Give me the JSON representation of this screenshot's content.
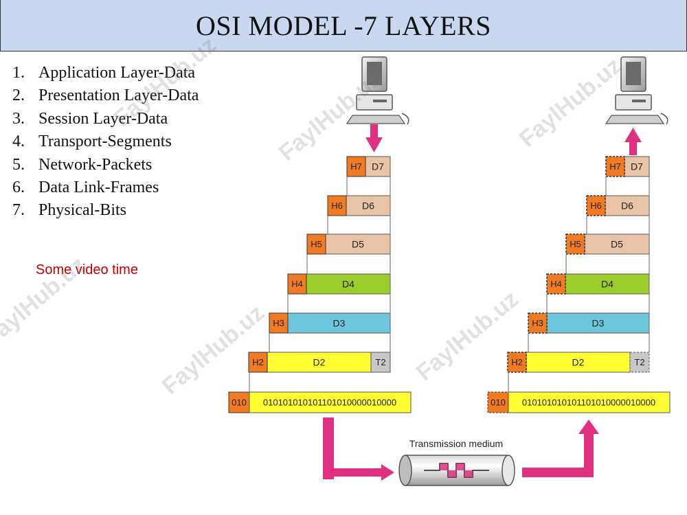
{
  "title": "OSI MODEL -7 LAYERS",
  "layers": [
    {
      "num": "1.",
      "label": "Application Layer-Data"
    },
    {
      "num": "2.",
      "label": "Presentation Layer-Data"
    },
    {
      "num": "3.",
      "label": "Session Layer-Data"
    },
    {
      "num": "4.",
      "label": "Transport-Segments"
    },
    {
      "num": "5.",
      "label": "Network-Packets"
    },
    {
      "num": "6.",
      "label": "Data Link-Frames"
    },
    {
      "num": "7.",
      "label": "Physical-Bits"
    }
  ],
  "note": "Some video time",
  "diagram": {
    "headers": [
      "H7",
      "H6",
      "H5",
      "H4",
      "H3",
      "H2"
    ],
    "data": [
      "D7",
      "D6",
      "D5",
      "D4",
      "D3",
      "D2"
    ],
    "trailer": "T2",
    "bits_header": "010",
    "bits": "01010101010110101000001000 0",
    "bits_display": "010101010101101010000010000",
    "medium_label": "Transmission medium",
    "colors": {
      "header": "#f07b22",
      "d7": "#e9c3a6",
      "d6": "#e9c3a6",
      "d5": "#e9c3a6",
      "d4": "#9ccc2a",
      "d3": "#6ec6dc",
      "d2": "#ffff33",
      "trailer": "#c8c8c8",
      "arrow": "#e0307f",
      "title_bg": "#c9d8ef",
      "note": "#c00000"
    }
  },
  "watermark": "FaylHub.uz"
}
